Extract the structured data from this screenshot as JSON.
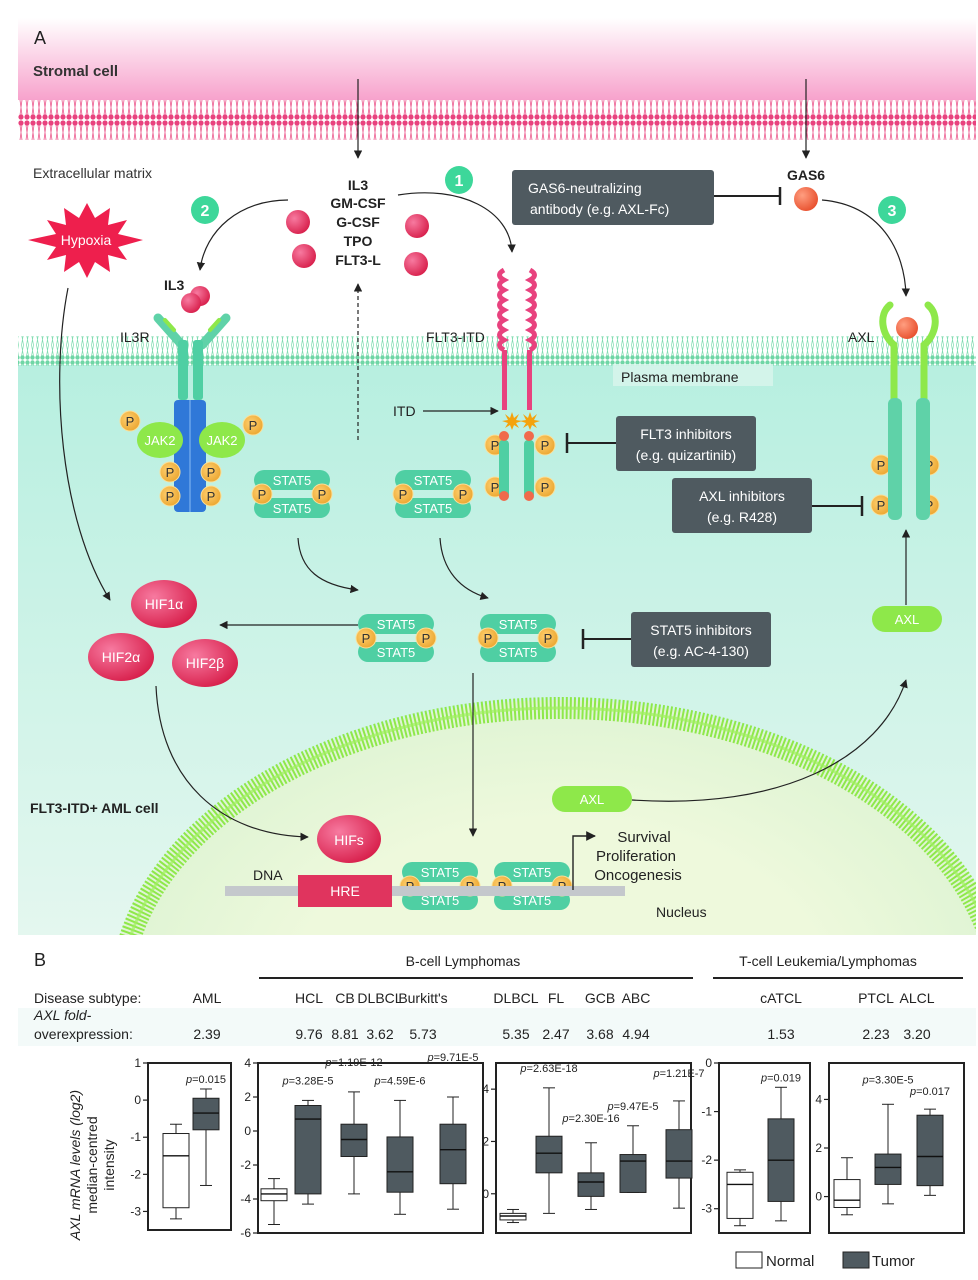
{
  "panel_a": {
    "label": "A",
    "stromal_cell": "Stromal cell",
    "extracellular_matrix": "Extracellular matrix",
    "plasma_membrane": "Plasma membrane",
    "cell_label": "FLT3-ITD+  AML cell",
    "nucleus": "Nucleus",
    "dna": "DNA",
    "hre": "HRE",
    "hifs": "HIFs",
    "hypoxia": "Hypoxia",
    "cytokines": [
      "IL3",
      "GM-CSF",
      "G-CSF",
      "TPO",
      "FLT3-L"
    ],
    "il3": "IL3",
    "il3r": "IL3R",
    "jak2": "JAK2",
    "flt3_itd": "FLT3-ITD",
    "itd": "ITD",
    "axl": "AXL",
    "gas6": "GAS6",
    "stat5": "STAT5",
    "p": "P",
    "hif1a": "HIF1α",
    "hif2a": "HIF2α",
    "hif2b": "HIF2β",
    "outcomes": [
      "Survival",
      "Proliferation",
      "Oncogenesis"
    ],
    "steps": [
      "1",
      "2",
      "3"
    ],
    "inhibitors": {
      "gas6": [
        "GAS6-neutralizing",
        "antibody (e.g. AXL-Fc)"
      ],
      "flt3": [
        "FLT3 inhibitors",
        "(e.g. quizartinib)"
      ],
      "axl": [
        "AXL inhibitors",
        "(e.g. R428)"
      ],
      "stat5": [
        "STAT5 inhibitors",
        "(e.g. AC-4-130)"
      ]
    },
    "colors": {
      "stromal": "#f7a8d0",
      "membrane_pink": "#e8427e",
      "cytoplasm": "#c8f0e6",
      "membrane_green": "#7fdcb0",
      "nuclear_envelope": "#8ee84a",
      "stat5": "#4fcfa3",
      "phospho": "#f2b33d",
      "hif": "#e0345e",
      "inhibitor_box": "#4f5a60",
      "step_badge": "#3dd79a",
      "jak2": "#8ee84a",
      "il3r_blue": "#2f78d8",
      "gas6": "#f06a4c"
    }
  },
  "panel_b": {
    "label": "B",
    "group_b": "B-cell Lymphomas",
    "group_t": "T-cell Leukemia/Lymphomas",
    "row_subtype_label": "Disease subtype:",
    "row_fold_label_1": "AXL fold-",
    "row_fold_label_2": "overexpression:",
    "subtypes": [
      "AML",
      "HCL",
      "CB",
      "DLBCL",
      "Burkitt's",
      "DLBCL",
      "FL",
      "GCB",
      "ABC",
      "cATCL",
      "PTCL",
      "ALCL"
    ],
    "fold": [
      "2.39",
      "9.76",
      "8.81",
      "3.62",
      "5.73",
      "5.35",
      "2.47",
      "3.68",
      "4.94",
      "1.53",
      "2.23",
      "3.20"
    ],
    "ylabel_1": "AXL mRNA levels (log2)",
    "ylabel_2": "median-centred",
    "ylabel_3": "intensity",
    "legend": {
      "normal": "Normal",
      "tumor": "Tumor"
    }
  },
  "chart_data": [
    {
      "type": "box",
      "title": "AML",
      "ylim": [
        -3.5,
        1
      ],
      "yticks": [
        1,
        0,
        -1,
        -2,
        -3
      ],
      "boxes": [
        {
          "group": "Normal",
          "whisker_low": -3.2,
          "q1": -2.9,
          "median": -1.5,
          "q3": -0.9,
          "whisker_high": -0.65
        },
        {
          "group": "Tumor",
          "whisker_low": -2.3,
          "q1": -0.8,
          "median": -0.35,
          "q3": 0.05,
          "whisker_high": 0.3,
          "p": "p=0.015"
        }
      ]
    },
    {
      "type": "box",
      "title": "B-cell: HCL, CB, DLBCL, Burkitt's",
      "ylim": [
        -6,
        4
      ],
      "yticks": [
        4,
        2,
        0,
        -2,
        -4,
        -6
      ],
      "boxes": [
        {
          "group": "Normal",
          "whisker_low": -5.5,
          "q1": -4.1,
          "median": -3.7,
          "q3": -3.4,
          "whisker_high": -2.8
        },
        {
          "group": "Tumor",
          "subtype": "HCL",
          "whisker_low": -4.3,
          "q1": -3.7,
          "median": 0.7,
          "q3": 1.5,
          "whisker_high": 1.8,
          "p": "p=3.28E-5"
        },
        {
          "group": "Tumor",
          "subtype": "CB",
          "whisker_low": -3.7,
          "q1": -1.5,
          "median": -0.5,
          "q3": 0.4,
          "whisker_high": 2.3,
          "p": "p=1.19E-12"
        },
        {
          "group": "Tumor",
          "subtype": "DLBCL",
          "whisker_low": -4.9,
          "q1": -3.6,
          "median": -2.4,
          "q3": -0.35,
          "whisker_high": 1.8,
          "p": "p=4.59E-6"
        },
        {
          "group": "Tumor",
          "subtype": "Burkitt's",
          "whisker_low": -4.6,
          "q1": -3.1,
          "median": -1.1,
          "q3": 0.4,
          "whisker_high": 2.0,
          "p": "p=9.71E-5"
        }
      ]
    },
    {
      "type": "box",
      "title": "B-cell: DLBCL, FL, GCB, ABC",
      "ylim": [
        -1.5,
        5
      ],
      "yticks": [
        4,
        2,
        0
      ],
      "boxes": [
        {
          "group": "Normal",
          "whisker_low": -1.1,
          "q1": -1.0,
          "median": -0.85,
          "q3": -0.75,
          "whisker_high": -0.6
        },
        {
          "group": "Tumor",
          "subtype": "DLBCL",
          "whisker_low": -0.75,
          "q1": 0.8,
          "median": 1.55,
          "q3": 2.2,
          "whisker_high": 4.05,
          "p": "p=2.63E-18"
        },
        {
          "group": "Tumor",
          "subtype": "FL",
          "whisker_low": -0.6,
          "q1": -0.1,
          "median": 0.45,
          "q3": 0.8,
          "whisker_high": 1.95,
          "p": "p=2.30E-16"
        },
        {
          "group": "Tumor",
          "subtype": "GCB",
          "whisker_low": 0.05,
          "q1": 0.05,
          "median": 1.25,
          "q3": 1.5,
          "whisker_high": 2.6,
          "p": "p=9.47E-5"
        },
        {
          "group": "Tumor",
          "subtype": "ABC",
          "whisker_low": -0.55,
          "q1": 0.6,
          "median": 1.25,
          "q3": 2.45,
          "whisker_high": 3.55,
          "p": "p=1.21E-7"
        }
      ]
    },
    {
      "type": "box",
      "title": "cATCL",
      "ylim": [
        -3.5,
        0
      ],
      "yticks": [
        0,
        -1,
        -2,
        -3
      ],
      "boxes": [
        {
          "group": "Normal",
          "whisker_low": -3.35,
          "q1": -3.2,
          "median": -2.5,
          "q3": -2.25,
          "whisker_high": -2.2
        },
        {
          "group": "Tumor",
          "whisker_low": -3.25,
          "q1": -2.85,
          "median": -2.0,
          "q3": -1.15,
          "whisker_high": -0.5,
          "p": "p=0.019"
        }
      ]
    },
    {
      "type": "box",
      "title": "T-cell: PTCL, ALCL",
      "ylim": [
        -1.5,
        5.5
      ],
      "yticks": [
        4,
        2,
        0
      ],
      "boxes": [
        {
          "group": "Normal",
          "whisker_low": -0.75,
          "q1": -0.45,
          "median": -0.15,
          "q3": 0.7,
          "whisker_high": 1.6
        },
        {
          "group": "Tumor",
          "subtype": "PTCL",
          "whisker_low": -0.3,
          "q1": 0.5,
          "median": 1.2,
          "q3": 1.75,
          "whisker_high": 3.8,
          "p": "p=3.30E-5"
        },
        {
          "group": "Tumor",
          "subtype": "ALCL",
          "whisker_low": 0.05,
          "q1": 0.45,
          "median": 1.65,
          "q3": 3.35,
          "whisker_high": 3.6,
          "p": "p=0.017"
        }
      ]
    }
  ]
}
